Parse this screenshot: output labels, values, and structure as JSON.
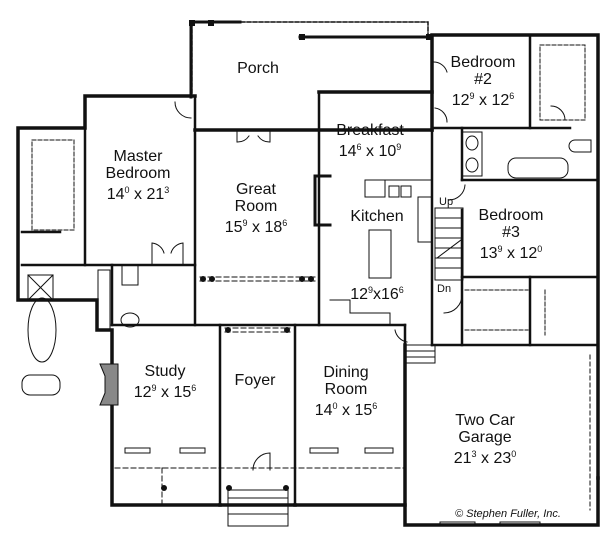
{
  "plan": {
    "type": "floor-plan",
    "copyright": "© Stephen Fuller, Inc.",
    "rooms": [
      {
        "id": "porch",
        "name": "Porch",
        "dim": ""
      },
      {
        "id": "master-bedroom",
        "name": "Master Bedroom",
        "name_l1": "Master",
        "name_l2": "Bedroom",
        "w_ft": "14",
        "w_in": "0",
        "l_ft": "21",
        "l_in": "3"
      },
      {
        "id": "great-room",
        "name": "Great Room",
        "name_l1": "Great",
        "name_l2": "Room",
        "w_ft": "15",
        "w_in": "9",
        "l_ft": "18",
        "l_in": "6"
      },
      {
        "id": "breakfast",
        "name": "Breakfast",
        "w_ft": "14",
        "w_in": "6",
        "l_ft": "10",
        "l_in": "9"
      },
      {
        "id": "kitchen",
        "name": "Kitchen",
        "w_ft": "12",
        "w_in": "9",
        "l_ft": "16",
        "l_in": "6"
      },
      {
        "id": "bedroom-2",
        "name": "Bedroom #2",
        "name_l1": "Bedroom",
        "name_l2": "#2",
        "w_ft": "12",
        "w_in": "9",
        "l_ft": "12",
        "l_in": "6"
      },
      {
        "id": "bedroom-3",
        "name": "Bedroom #3",
        "name_l1": "Bedroom",
        "name_l2": "#3",
        "w_ft": "13",
        "w_in": "9",
        "l_ft": "12",
        "l_in": "0"
      },
      {
        "id": "study",
        "name": "Study",
        "w_ft": "12",
        "w_in": "9",
        "l_ft": "15",
        "l_in": "6"
      },
      {
        "id": "foyer",
        "name": "Foyer"
      },
      {
        "id": "dining-room",
        "name": "Dining Room",
        "name_l1": "Dining",
        "name_l2": "Room",
        "w_ft": "14",
        "w_in": "0",
        "l_ft": "15",
        "l_in": "6"
      },
      {
        "id": "garage",
        "name": "Two Car Garage",
        "name_l1": "Two Car",
        "name_l2": "Garage",
        "w_ft": "21",
        "w_in": "3",
        "l_ft": "23",
        "l_in": "0"
      }
    ],
    "stair_labels": {
      "up": "Up",
      "down": "Dn"
    },
    "separator": "x"
  }
}
